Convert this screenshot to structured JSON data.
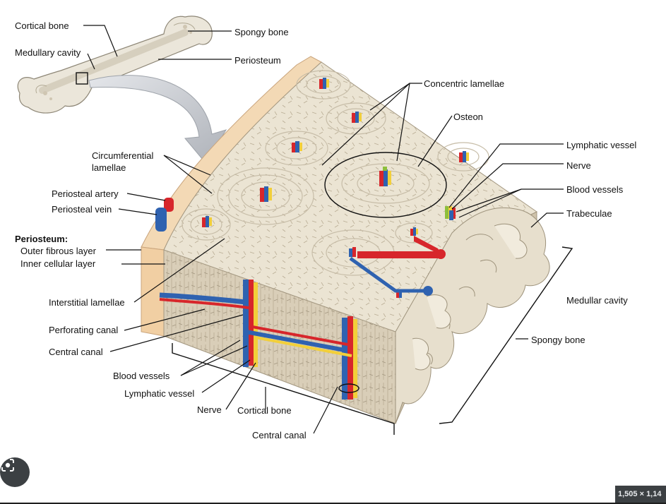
{
  "labels": {
    "cortical_bone_top": "Cortical bone",
    "medullary_cavity_top": "Medullary cavity",
    "spongy_bone_top": "Spongy bone",
    "periosteum_top": "Periosteum",
    "concentric_lamellae": "Concentric lamellae",
    "osteon": "Osteon",
    "circumferential_lamellae_1": "Circumferential",
    "circumferential_lamellae_2": "lamellae",
    "lymphatic_vessel_right": "Lymphatic vessel",
    "nerve_right": "Nerve",
    "blood_vessels_right": "Blood vessels",
    "trabeculae": "Trabeculae",
    "periosteal_artery": "Periosteal artery",
    "periosteal_vein": "Periosteal vein",
    "periosteum_heading": "Periosteum:",
    "outer_fibrous_layer": "Outer fibrous layer",
    "inner_cellular_layer": "Inner cellular layer",
    "medullar_cavity": "Medullar cavity",
    "interstitial_lamellae": "Interstitial lamellae",
    "perforating_canal": "Perforating canal",
    "spongy_bone_right": "Spongy bone",
    "central_canal_left": "Central canal",
    "blood_vessels_bottom": "Blood vessels",
    "lymphatic_vessel_bottom": "Lymphatic vessel",
    "nerve_bottom": "Nerve",
    "cortical_bone_bottom": "Cortical bone",
    "central_canal_bottom": "Central canal"
  },
  "ui": {
    "image_size_badge": "1,505 × 1,14",
    "lens_icon": "lens-search-icon"
  },
  "colors": {
    "artery": "#d7262b",
    "vein": "#2f62b0",
    "nerve": "#f2cf3a",
    "lymph": "#8dbf3c",
    "bone_face": "#ede6d6",
    "bone_side": "#d8cdb7",
    "periosteum": "#f3d9b5"
  }
}
